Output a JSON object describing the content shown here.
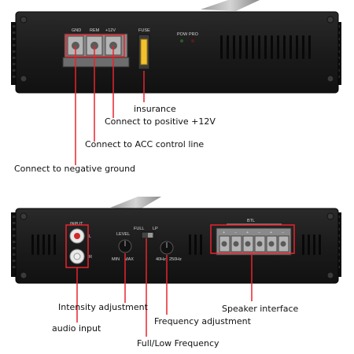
{
  "top_amp": {
    "terminals": [
      "GND",
      "REM",
      "+12V"
    ],
    "fuse_label": "FUSE",
    "led_labels": [
      "POW",
      "PRO"
    ]
  },
  "bottom_amp": {
    "input_label": "INPUT",
    "channels": [
      "L",
      "R"
    ],
    "level_label": "LEVEL",
    "level_range": [
      "MIN",
      "MAX"
    ],
    "filter_labels": [
      "FULL",
      "LP"
    ],
    "freq_range": [
      "40Hz",
      "250Hz"
    ],
    "speaker_label": "BTL",
    "speaker_pins": [
      "+",
      "−",
      "+",
      "−",
      "+",
      "−"
    ]
  },
  "callouts": {
    "insurance": "insurance",
    "positive": "Connect to positive +12V",
    "acc": "Connect to ACC control line",
    "ground": "Connect to negative ground",
    "intensity": "Intensity adjustment",
    "speaker": "Speaker interface",
    "audio_input": "audio input",
    "frequency": "Frequency adjustment",
    "full_low": "Full/Low Frequency"
  },
  "colors": {
    "callout_line": "#e8242c",
    "chassis": "#1d1d1d",
    "fuse": "#f2c12e"
  }
}
